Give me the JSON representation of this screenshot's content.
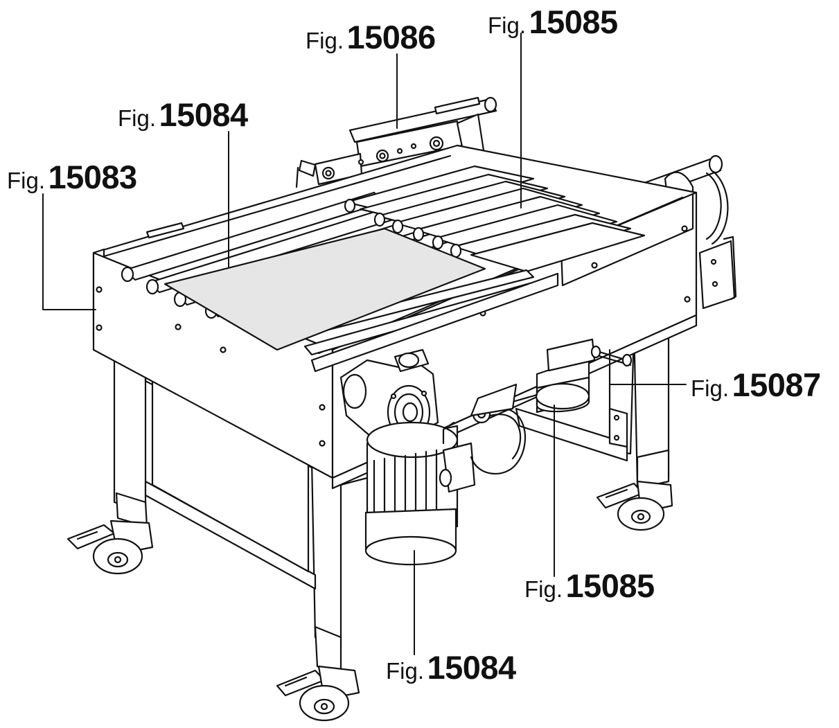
{
  "diagram": {
    "prefix": "Fig.",
    "callouts": [
      {
        "id": "c15086_top",
        "number": "15086"
      },
      {
        "id": "c15085_top",
        "number": "15085"
      },
      {
        "id": "c15084_top",
        "number": "15084"
      },
      {
        "id": "c15083",
        "number": "15083"
      },
      {
        "id": "c15087",
        "number": "15087"
      },
      {
        "id": "c15085_bottom",
        "number": "15085"
      },
      {
        "id": "c15084_bottom",
        "number": "15084"
      }
    ]
  },
  "colors": {
    "ink": "#111111",
    "belt": "#e6e6e6",
    "frame": "#ffffff"
  }
}
